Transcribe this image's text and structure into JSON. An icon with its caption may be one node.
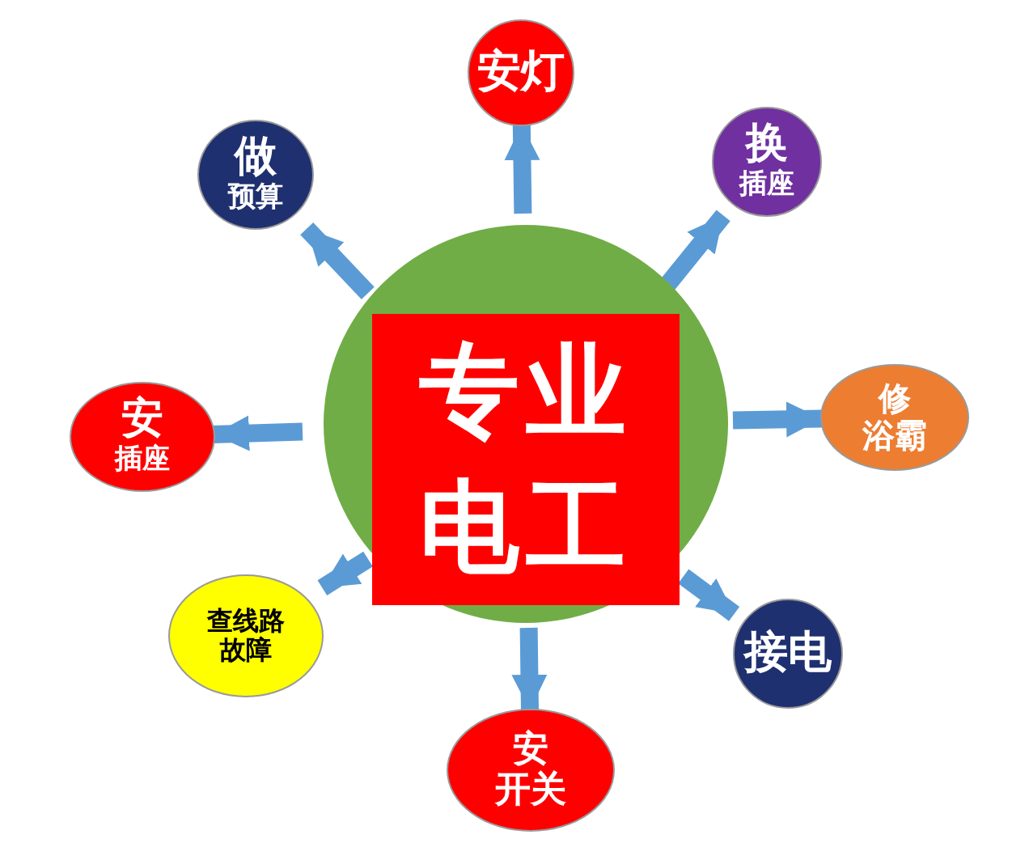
{
  "diagram": {
    "nodes": [
      {
        "text": [],
        "shape": "circle"
      },
      {
        "text": [
          "专业电工"
        ],
        "in": 0
      },
      {
        "text": [
          "安灯"
        ]
      },
      {
        "text": [
          "换",
          "插座"
        ]
      },
      {
        "text": [
          "修",
          "浴霸"
        ]
      },
      {
        "text": [
          "接电"
        ]
      },
      {
        "text": [
          "安",
          "开关"
        ]
      },
      {
        "text": [
          "查线路故障"
        ]
      },
      {
        "text": [
          "安",
          "插座"
        ]
      },
      {
        "text": [
          "做",
          "预算"
        ]
      }
    ],
    "edges": [
      {
        "from": 0,
        "to": 2,
        "arrow": "to"
      },
      {
        "from": 1,
        "to": 3,
        "arrow": "to"
      },
      {
        "from": 0,
        "to": 4,
        "arrow": "to"
      },
      {
        "from": 1,
        "to": 5,
        "arrow": "to"
      },
      {
        "from": 0,
        "to": 6,
        "arrow": "to"
      },
      {
        "from": 1,
        "to": 7,
        "arrow": "to"
      },
      {
        "from": 0,
        "to": 8,
        "arrow": "to"
      },
      {
        "from": 1,
        "to": 9,
        "arrow": "to"
      }
    ]
  }
}
